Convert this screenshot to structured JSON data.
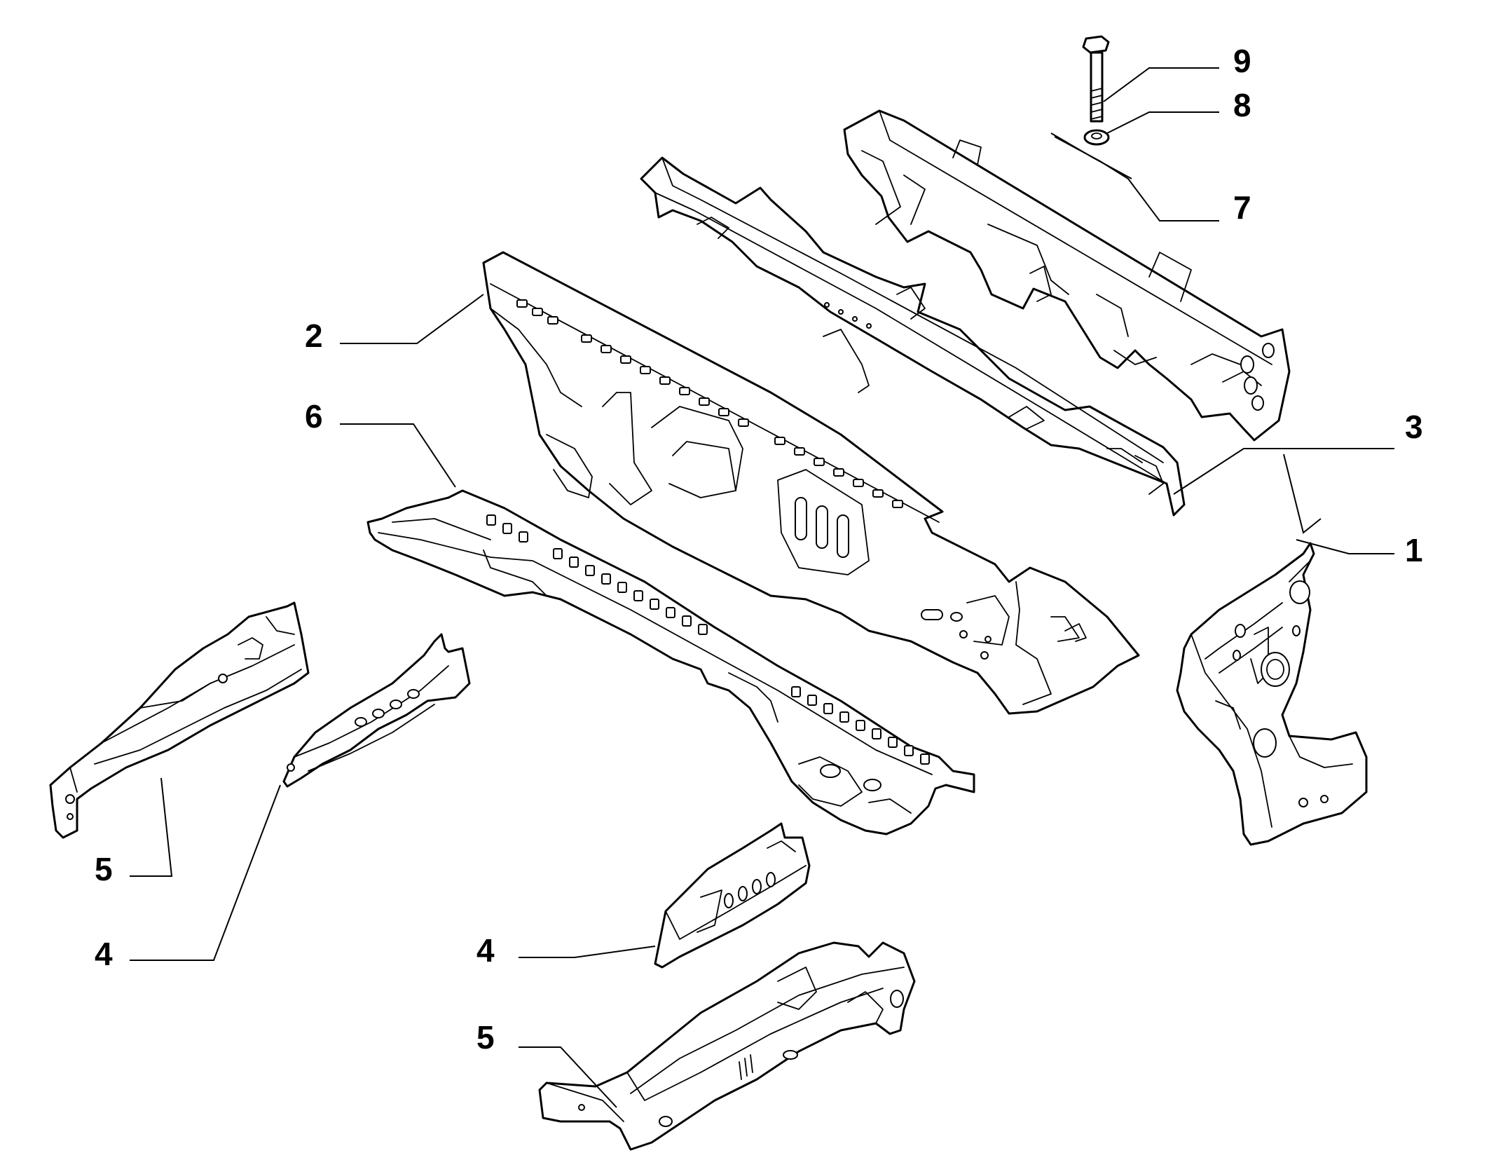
{
  "diagram": {
    "callouts": [
      {
        "id": "c9",
        "label": "9"
      },
      {
        "id": "c8",
        "label": "8"
      },
      {
        "id": "c7",
        "label": "7"
      },
      {
        "id": "c2",
        "label": "2"
      },
      {
        "id": "c6",
        "label": "6"
      },
      {
        "id": "c3",
        "label": "3"
      },
      {
        "id": "c1",
        "label": "1"
      },
      {
        "id": "c5a",
        "label": "5"
      },
      {
        "id": "c4a",
        "label": "4"
      },
      {
        "id": "c4b",
        "label": "4"
      },
      {
        "id": "c5b",
        "label": "5"
      }
    ]
  }
}
